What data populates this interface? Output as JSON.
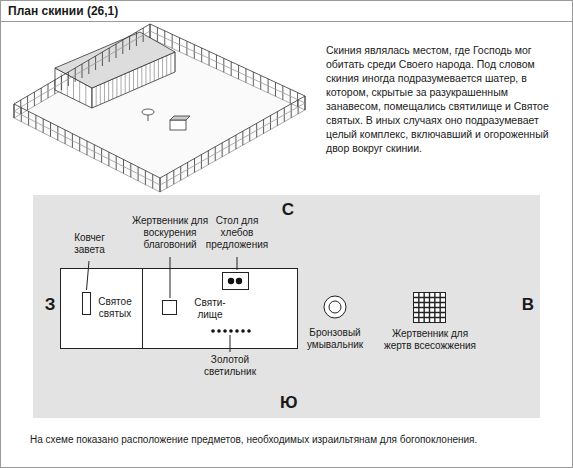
{
  "diagram": {
    "title": "План скинии (26,1)",
    "caption": "На схеме показано расположение предметов, необходимых израильтянам для богопоклонения.",
    "nodes": [
      {
        "text": [
          "С",
          "З",
          "В",
          "Ю"
        ]
      },
      {
        "text": [
          "Святое святых"
        ],
        "in": 0
      },
      {
        "text": [
          "Святи- лище"
        ],
        "in": 0
      }
    ],
    "labels": [
      "Скиния являлась местом, где Господь мог обитать среди Своего народа. Под словом скиния иногда подразумевается шатер, в котором, скрытые за разукрашенным занавесом, помещались святилище и Святое святых. В иных случаях оно подразумевает целый комплекс, включавший и огороженный двор вокруг скинии.",
      "Ковчег завета",
      "Жертвенник для воскурения благовоний",
      "Стол для хлебов предложения",
      "Золотой светильник",
      "Бронзовый умывальник",
      "Жертвенник для жертв всесожжения"
    ]
  }
}
